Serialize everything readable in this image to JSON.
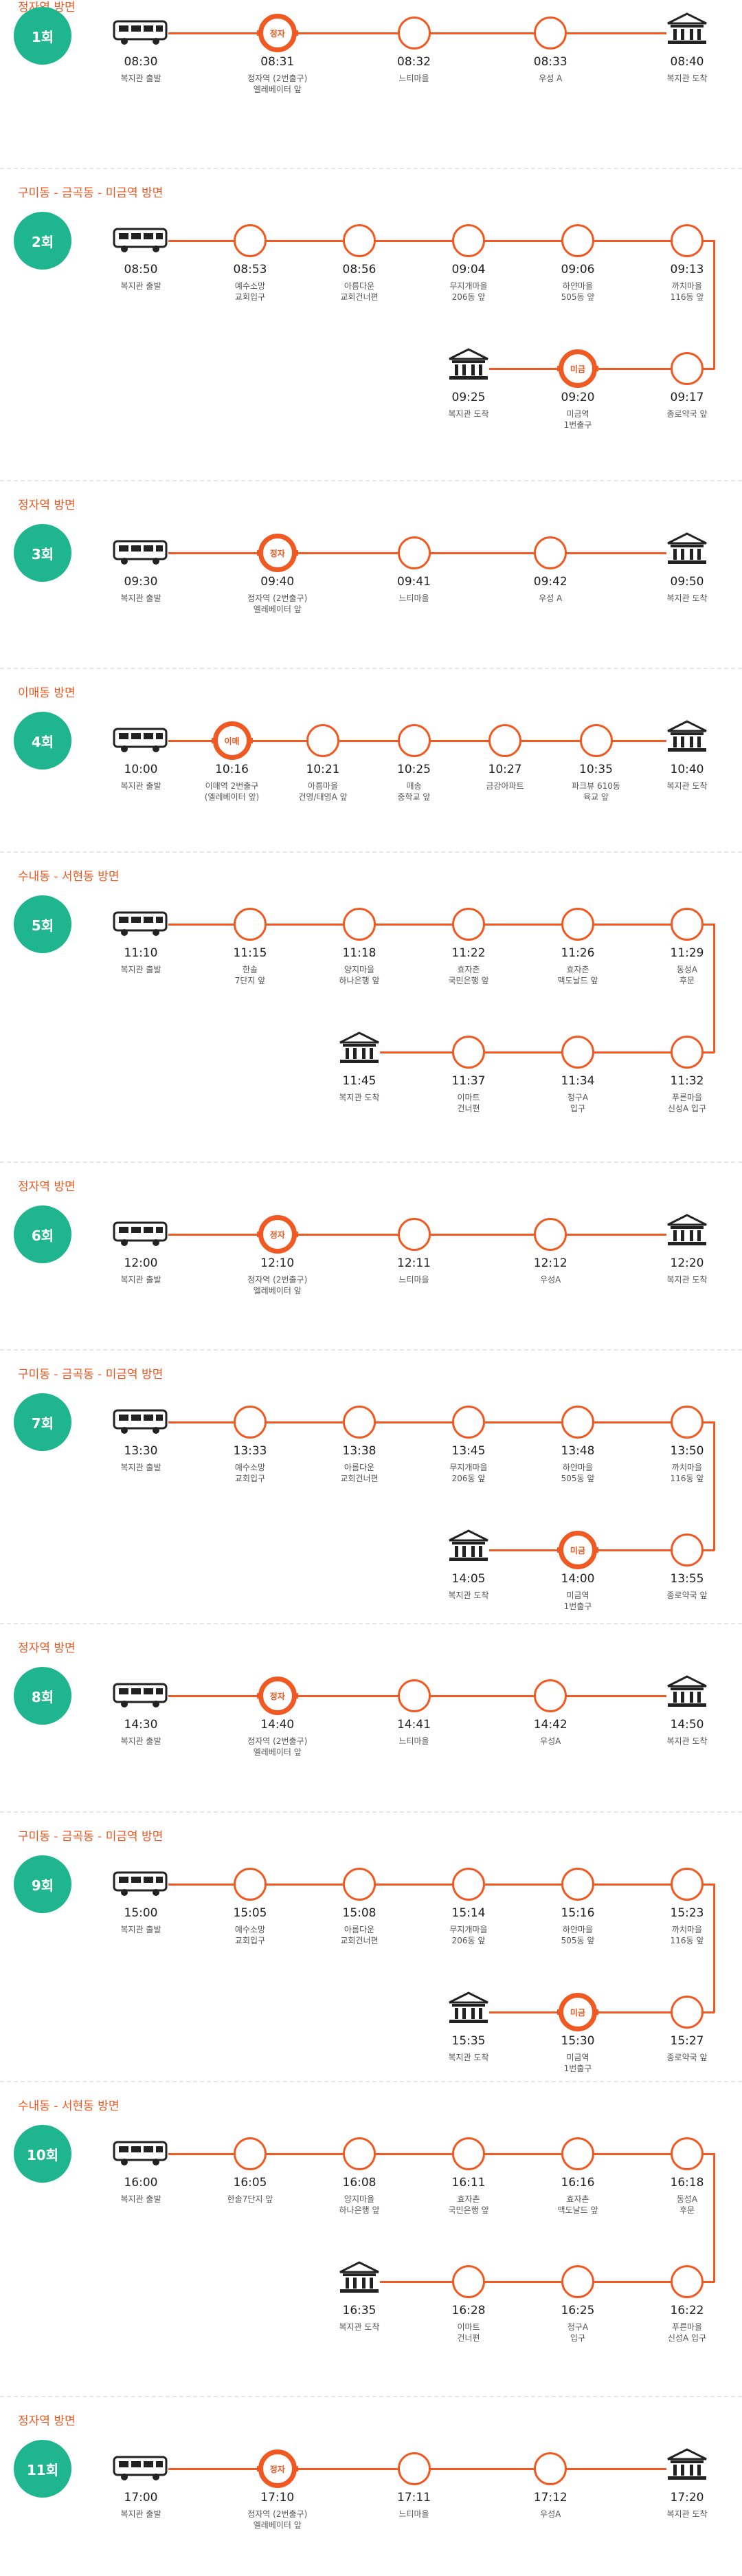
{
  "routes": [
    {
      "title": "정자역 방면",
      "badge": "1회",
      "stops": [
        {
          "time": "08:30",
          "label": "복지관 출발"
        },
        {
          "time": "08:31",
          "label": "정자역 (2번출구)\n엘레베이터 앞",
          "mark": "정자"
        },
        {
          "time": "08:32",
          "label": "느티마을"
        },
        {
          "time": "08:33",
          "label": "우성 A"
        },
        {
          "time": "08:40",
          "label": "복지관 도착"
        }
      ]
    },
    {
      "title": "구미동 - 금곡동 - 미금역 방면",
      "badge": "2회",
      "stops": [
        {
          "time": "08:50",
          "label": "복지관 출발"
        },
        {
          "time": "08:53",
          "label": "예수소망\n교회입구"
        },
        {
          "time": "08:56",
          "label": "아름다운\n교회건너편"
        },
        {
          "time": "09:04",
          "label": "무지개마을\n206동 앞"
        },
        {
          "time": "09:06",
          "label": "하얀마을\n505동 앞"
        },
        {
          "time": "09:13",
          "label": "까치마을\n116동 앞"
        }
      ],
      "return_stops": [
        {
          "time": "09:25",
          "label": "복지관 도착"
        },
        {
          "time": "09:20",
          "label": "미금역\n1번출구",
          "mark": "미금"
        },
        {
          "time": "09:17",
          "label": "종로약국 앞"
        }
      ]
    },
    {
      "title": "정자역 방면",
      "badge": "3회",
      "stops": [
        {
          "time": "09:30",
          "label": "복지관 출발"
        },
        {
          "time": "09:40",
          "label": "정자역 (2번출구)\n엘레베이터 앞",
          "mark": "정자"
        },
        {
          "time": "09:41",
          "label": "느티마을"
        },
        {
          "time": "09:42",
          "label": "우성 A"
        },
        {
          "time": "09:50",
          "label": "복지관 도착"
        }
      ]
    },
    {
      "title": "이매동 방면",
      "badge": "4회",
      "stops": [
        {
          "time": "10:00",
          "label": "복지관 출발"
        },
        {
          "time": "10:16",
          "label": "이매역 2번출구\n(엘레베이터 앞)",
          "mark": "이매"
        },
        {
          "time": "10:21",
          "label": "아름마을\n건영/태영A 앞"
        },
        {
          "time": "10:25",
          "label": "매송\n중학교 앞"
        },
        {
          "time": "10:27",
          "label": "금강아파트"
        },
        {
          "time": "10:35",
          "label": "파크뷰 610동\n육교 앞"
        },
        {
          "time": "10:40",
          "label": "복지관 도착"
        }
      ]
    },
    {
      "title": "수내동 - 서현동 방면",
      "badge": "5회",
      "stops": [
        {
          "time": "11:10",
          "label": "복지관 출발"
        },
        {
          "time": "11:15",
          "label": "한솔\n7단지 앞"
        },
        {
          "time": "11:18",
          "label": "양지마을\n하나은행 앞"
        },
        {
          "time": "11:22",
          "label": "효자촌\n국민은행 앞"
        },
        {
          "time": "11:26",
          "label": "효자촌\n맥도날드 앞"
        },
        {
          "time": "11:29",
          "label": "동성A\n후문"
        }
      ],
      "return_stops": [
        {
          "time": "11:45",
          "label": "복지관 도착"
        },
        {
          "time": "11:37",
          "label": "이마트\n건너편"
        },
        {
          "time": "11:34",
          "label": "청구A\n입구"
        },
        {
          "time": "11:32",
          "label": "푸른마을\n신성A 입구"
        }
      ]
    },
    {
      "title": "정자역 방면",
      "badge": "6회",
      "stops": [
        {
          "time": "12:00",
          "label": "복지관 출발"
        },
        {
          "time": "12:10",
          "label": "정자역 (2번출구)\n엘레베이터 앞",
          "mark": "정자"
        },
        {
          "time": "12:11",
          "label": "느티마을"
        },
        {
          "time": "12:12",
          "label": "우성A"
        },
        {
          "time": "12:20",
          "label": "복지관 도착"
        }
      ]
    },
    {
      "title": "구미동 - 금곡동 - 미금역 방면",
      "badge": "7회",
      "stops": [
        {
          "time": "13:30",
          "label": "복지관 출발"
        },
        {
          "time": "13:33",
          "label": "예수소망\n교회입구"
        },
        {
          "time": "13:38",
          "label": "아름다운\n교회건너편"
        },
        {
          "time": "13:45",
          "label": "무지개마을\n206동 앞"
        },
        {
          "time": "13:48",
          "label": "하얀마을\n505동 앞"
        },
        {
          "time": "13:50",
          "label": "까치마을\n116동 앞"
        }
      ],
      "return_stops": [
        {
          "time": "14:05",
          "label": "복지관 도착"
        },
        {
          "time": "14:00",
          "label": "미금역\n1번출구",
          "mark": "미금"
        },
        {
          "time": "13:55",
          "label": "종로약국 앞"
        }
      ]
    },
    {
      "title": "정자역 방면",
      "badge": "8회",
      "stops": [
        {
          "time": "14:30",
          "label": "복지관 출발"
        },
        {
          "time": "14:40",
          "label": "정자역 (2번출구)\n엘레베이터 앞",
          "mark": "정자"
        },
        {
          "time": "14:41",
          "label": "느티마을"
        },
        {
          "time": "14:42",
          "label": "우성A"
        },
        {
          "time": "14:50",
          "label": "복지관 도착"
        }
      ]
    },
    {
      "title": "구미동 - 금곡동 - 미금역 방면",
      "badge": "9회",
      "stops": [
        {
          "time": "15:00",
          "label": "복지관 출발"
        },
        {
          "time": "15:05",
          "label": "예수소망\n교회입구"
        },
        {
          "time": "15:08",
          "label": "아름다운\n교회건너편"
        },
        {
          "time": "15:14",
          "label": "무지개마을\n206동 앞"
        },
        {
          "time": "15:16",
          "label": "하얀마을\n505동 앞"
        },
        {
          "time": "15:23",
          "label": "까치마을\n116동 앞"
        }
      ],
      "return_stops": [
        {
          "time": "15:35",
          "label": "복지관 도착"
        },
        {
          "time": "15:30",
          "label": "미금역\n1번출구",
          "mark": "미금"
        },
        {
          "time": "15:27",
          "label": "종로약국 앞"
        }
      ]
    },
    {
      "title": "수내동 - 서현동 방면",
      "badge": "10회",
      "stops": [
        {
          "time": "16:00",
          "label": "복지관 출발"
        },
        {
          "time": "16:05",
          "label": "한솔7단지 앞"
        },
        {
          "time": "16:08",
          "label": "양지마을\n하나은행 앞"
        },
        {
          "time": "16:11",
          "label": "효자촌\n국민은행 앞"
        },
        {
          "time": "16:16",
          "label": "효자촌\n맥도날드 앞"
        },
        {
          "time": "16:18",
          "label": "동성A\n후문"
        }
      ],
      "return_stops": [
        {
          "time": "16:35",
          "label": "복지관 도착"
        },
        {
          "time": "16:28",
          "label": "이마트\n건너편"
        },
        {
          "time": "16:25",
          "label": "청구A\n입구"
        },
        {
          "time": "16:22",
          "label": "푸른마을\n신성A 입구"
        }
      ]
    },
    {
      "title": "정자역 방면",
      "badge": "11회",
      "stops": [
        {
          "time": "17:00",
          "label": "복지관 출발"
        },
        {
          "time": "17:10",
          "label": "정자역 (2번출구)\n엘레베이터 앞",
          "mark": "정자"
        },
        {
          "time": "17:11",
          "label": "느티마을"
        },
        {
          "time": "17:12",
          "label": "우성A"
        },
        {
          "time": "17:20",
          "label": "복지관 도착"
        }
      ]
    }
  ],
  "icons": {
    "start": "bus-icon",
    "end": "building-icon"
  },
  "colors": {
    "accent": "#f05a22",
    "badge": "#1fb58e"
  }
}
